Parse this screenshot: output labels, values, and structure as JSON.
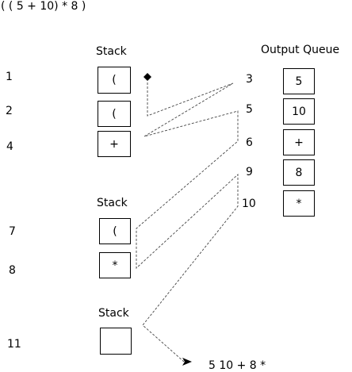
{
  "expression": "( ( 5 + 10) * 8 )",
  "headers": {
    "stack_1": "Stack",
    "stack_2": "Stack",
    "stack_3": "Stack",
    "output_queue": "Output Queue"
  },
  "left_steps": [
    "1",
    "2",
    "4",
    "7",
    "8",
    "11"
  ],
  "stack_1_items": [
    "(",
    "(",
    "+"
  ],
  "stack_2_items": [
    "(",
    "*"
  ],
  "stack_3_items": [
    ""
  ],
  "path_steps": [
    "3",
    "5",
    "6",
    "9",
    "10"
  ],
  "output_queue_items": [
    "5",
    "10",
    "+",
    "8",
    "*"
  ],
  "result": "5 10 + 8 *"
}
